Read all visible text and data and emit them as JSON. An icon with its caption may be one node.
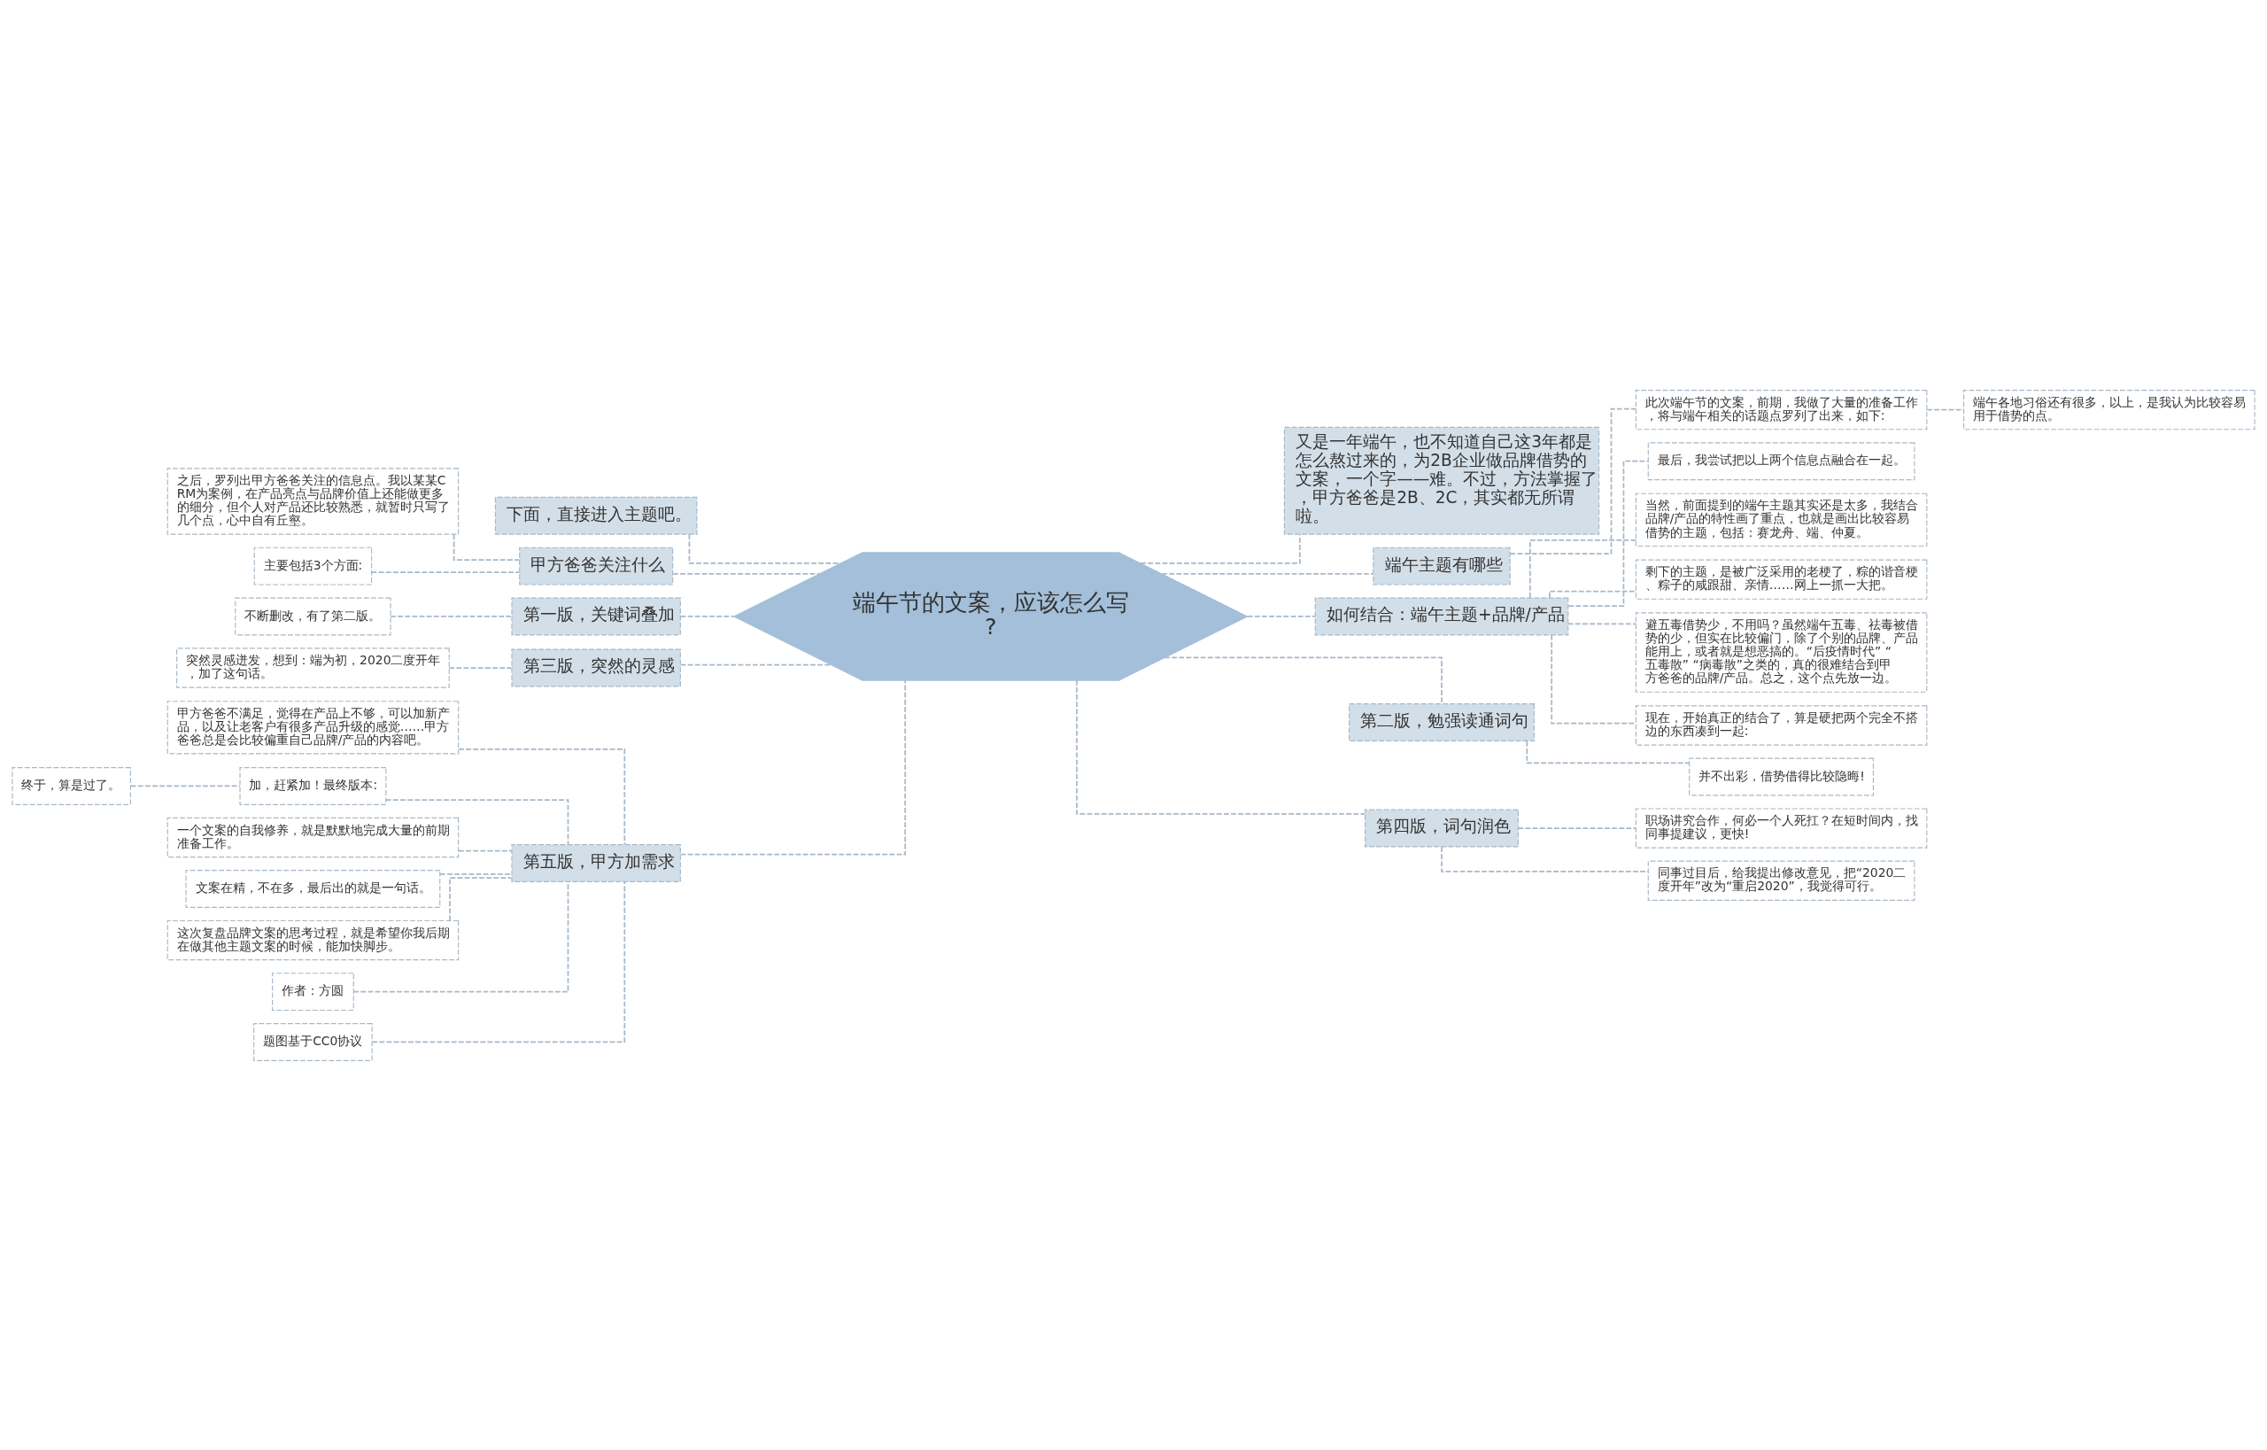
{
  "diagram": {
    "nodes": [
      {
        "text": [
          "端午节的文案，应该怎么写?"
        ]
      },
      {
        "text": [
          "又是一年端午，也不知道自己这3年都是怎么熬过来的，为2B企业做品牌借势的文案，一个字——难。不过，方法掌握了，甲方爸爸是2B、2C，其实都无所谓啦。"
        ]
      },
      {
        "text": [
          "端午主题有哪些"
        ]
      },
      {
        "text": [
          "此次端午节的文案，前期，我做了大量的准备工作，将与端午相关的话题点罗列了出来，如下:"
        ]
      },
      {
        "text": [
          "端午各地习俗还有很多，以上，是我认为比较容易用于借势的点。"
        ]
      },
      {
        "text": [
          "如何结合：端午主题+品牌/产品"
        ]
      },
      {
        "text": [
          "最后，我尝试把以上两个信息点融合在一起。"
        ]
      },
      {
        "text": [
          "当然，前面提到的端午主题其实还是太多，我结合品牌/产品的特性画了重点，也就是画出比较容易借势的主题，包括：赛龙舟、端、仲夏。"
        ]
      },
      {
        "text": [
          "剩下的主题，是被广泛采用的老梗了，粽的谐音梗、粽子的咸跟甜、亲情……网上一抓一大把。"
        ]
      },
      {
        "text": [
          "避五毒借势少，不用吗？虽然端午五毒、祛毒被借势的少，但实在比较偏门，除了个别的品牌、产品能用上，或者就是想恶搞的。“后疫情时代” “五毒散” “病毒散”之类的，真的很难结合到甲方爸爸的品牌/产品。总之，这个点先放一边。"
        ]
      },
      {
        "text": [
          "现在，开始真正的结合了，算是硬把两个完全不搭边的东西凑到一起:"
        ]
      },
      {
        "text": [
          "第二版，勉强读通词句"
        ]
      },
      {
        "text": [
          "并不出彩，借势借得比较隐晦!"
        ]
      },
      {
        "text": [
          "第四版，词句润色"
        ]
      },
      {
        "text": [
          "职场讲究合作，何必一个人死扛？在短时间内，找同事提建议，更快!"
        ]
      },
      {
        "text": [
          "同事过目后，给我提出修改意见，把“2020二度开年”改为“重启2020”，我觉得可行。"
        ]
      },
      {
        "text": [
          "下面，直接进入主题吧。"
        ]
      },
      {
        "text": [
          "甲方爸爸关注什么"
        ]
      },
      {
        "text": [
          "之后，罗列出甲方爸爸关注的信息点。我以某某CRM为案例，在产品亮点与品牌价值上还能做更多的细分，但个人对产品还比较熟悉，就暂时只写了几个点，心中自有丘壑。"
        ]
      },
      {
        "text": [
          "主要包括3个方面:"
        ]
      },
      {
        "text": [
          "第一版，关键词叠加"
        ]
      },
      {
        "text": [
          "不断删改，有了第二版。"
        ]
      },
      {
        "text": [
          "第三版，突然的灵感"
        ]
      },
      {
        "text": [
          "突然灵感迸发，想到：端为初，2020二度开年，加了这句话。"
        ]
      },
      {
        "text": [
          "第五版，甲方加需求"
        ]
      },
      {
        "text": [
          "甲方爸爸不满足，觉得在产品上不够，可以加新产品，以及让老客户有很多产品升级的感觉……甲方爸爸总是会比较偏重自己品牌/产品的内容吧。"
        ]
      },
      {
        "text": [
          "加，赶紧加！最终版本:"
        ]
      },
      {
        "text": [
          "终于，算是过了。"
        ]
      },
      {
        "text": [
          "一个文案的自我修养，就是默默地完成大量的前期准备工作。"
        ]
      },
      {
        "text": [
          "文案在精，不在多，最后出的就是一句话。"
        ]
      },
      {
        "text": [
          "这次复盘品牌文案的思考过程，就是希望你我后期在做其他主题文案的时候，能加快脚步。"
        ]
      },
      {
        "text": [
          "作者：方圆"
        ]
      },
      {
        "text": [
          "题图基于CC0协议"
        ]
      }
    ],
    "edges": [
      {
        "from": 0,
        "to": 1,
        "arrow": "none",
        "style": "dashed"
      },
      {
        "from": 0,
        "to": 2,
        "arrow": "none",
        "style": "dashed"
      },
      {
        "from": 2,
        "to": 3,
        "arrow": "none",
        "style": "dashed"
      },
      {
        "from": 3,
        "to": 4,
        "arrow": "none",
        "style": "dashed"
      },
      {
        "from": 0,
        "to": 5,
        "arrow": "none",
        "style": "dashed"
      },
      {
        "from": 5,
        "to": 6,
        "arrow": "none",
        "style": "dashed"
      },
      {
        "from": 5,
        "to": 7,
        "arrow": "none",
        "style": "dashed"
      },
      {
        "from": 5,
        "to": 8,
        "arrow": "none",
        "style": "dashed"
      },
      {
        "from": 5,
        "to": 9,
        "arrow": "none",
        "style": "dashed"
      },
      {
        "from": 5,
        "to": 10,
        "arrow": "none",
        "style": "dashed"
      },
      {
        "from": 0,
        "to": 11,
        "arrow": "none",
        "style": "dashed"
      },
      {
        "from": 11,
        "to": 12,
        "arrow": "none",
        "style": "dashed"
      },
      {
        "from": 0,
        "to": 13,
        "arrow": "none",
        "style": "dashed"
      },
      {
        "from": 13,
        "to": 14,
        "arrow": "none",
        "style": "dashed"
      },
      {
        "from": 13,
        "to": 15,
        "arrow": "none",
        "style": "dashed"
      },
      {
        "from": 0,
        "to": 16,
        "arrow": "none",
        "style": "dashed"
      },
      {
        "from": 0,
        "to": 17,
        "arrow": "none",
        "style": "dashed"
      },
      {
        "from": 17,
        "to": 18,
        "arrow": "none",
        "style": "dashed"
      },
      {
        "from": 17,
        "to": 19,
        "arrow": "none",
        "style": "dashed"
      },
      {
        "from": 0,
        "to": 20,
        "arrow": "none",
        "style": "dashed"
      },
      {
        "from": 20,
        "to": 21,
        "arrow": "none",
        "style": "dashed"
      },
      {
        "from": 0,
        "to": 22,
        "arrow": "none",
        "style": "dashed"
      },
      {
        "from": 22,
        "to": 23,
        "arrow": "none",
        "style": "dashed"
      },
      {
        "from": 0,
        "to": 24,
        "arrow": "none",
        "style": "dashed"
      },
      {
        "from": 24,
        "to": 25,
        "arrow": "none",
        "style": "dashed"
      },
      {
        "from": 24,
        "to": 26,
        "arrow": "none",
        "style": "dashed"
      },
      {
        "from": 26,
        "to": 27,
        "arrow": "none",
        "style": "dashed"
      },
      {
        "from": 24,
        "to": 28,
        "arrow": "none",
        "style": "dashed"
      },
      {
        "from": 24,
        "to": 29,
        "arrow": "none",
        "style": "dashed"
      },
      {
        "from": 24,
        "to": 30,
        "arrow": "none",
        "style": "dashed"
      },
      {
        "from": 24,
        "to": 31,
        "arrow": "none",
        "style": "dashed"
      },
      {
        "from": 24,
        "to": 32,
        "arrow": "none",
        "style": "dashed"
      }
    ]
  }
}
